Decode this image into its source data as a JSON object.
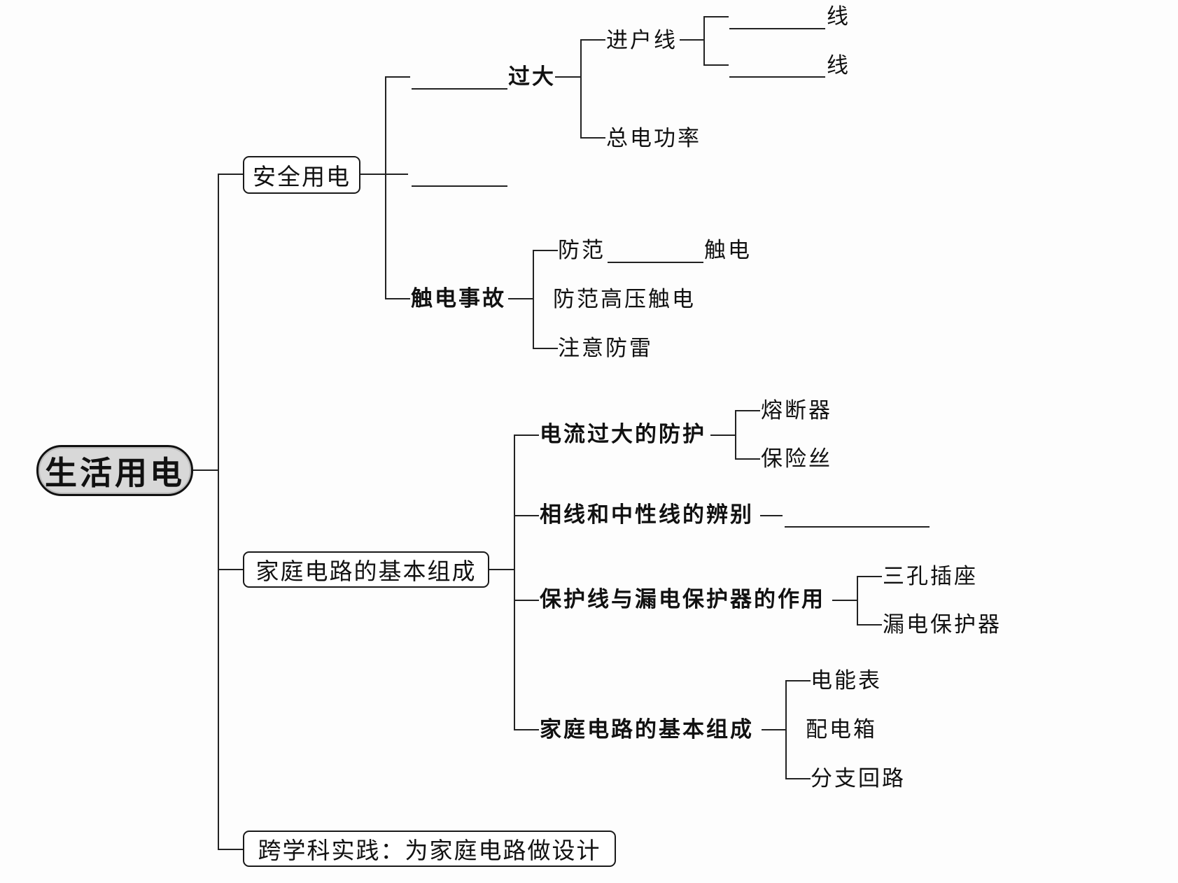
{
  "root": {
    "label": "生活用电"
  },
  "branches": {
    "safety": {
      "label": "安全用电",
      "items": {
        "overcurrent": {
          "label": "过大",
          "blank": "",
          "children": {
            "service_line": {
              "label": "进户线",
              "wires": [
                {
                  "blank": "",
                  "suffix": "线"
                },
                {
                  "blank": "",
                  "suffix": "线"
                }
              ]
            },
            "total_power": {
              "label": "总电功率"
            }
          }
        },
        "blank_item": {
          "blank": ""
        },
        "shock": {
          "label": "触电事故",
          "children": {
            "prevent_low": {
              "prefix": "防范",
              "blank": "",
              "suffix": "触电"
            },
            "prevent_high": {
              "label": "防范高压触电"
            },
            "lightning": {
              "label": "注意防雷"
            }
          }
        }
      }
    },
    "household": {
      "label": "家庭电路的基本组成",
      "items": {
        "overcurrent_protection": {
          "label": "电流过大的防护",
          "children": [
            "熔断器",
            "保险丝"
          ]
        },
        "wire_identification": {
          "label": "相线和中性线的辨别",
          "blank": ""
        },
        "ground_leakage": {
          "label": "保护线与漏电保护器的作用",
          "children": [
            "三孔插座",
            "漏电保护器"
          ]
        },
        "basic_composition": {
          "label": "家庭电路的基本组成",
          "children": [
            "电能表",
            "配电箱",
            "分支回路"
          ]
        }
      }
    },
    "practice": {
      "label": "跨学科实践：为家庭电路做设计"
    }
  }
}
